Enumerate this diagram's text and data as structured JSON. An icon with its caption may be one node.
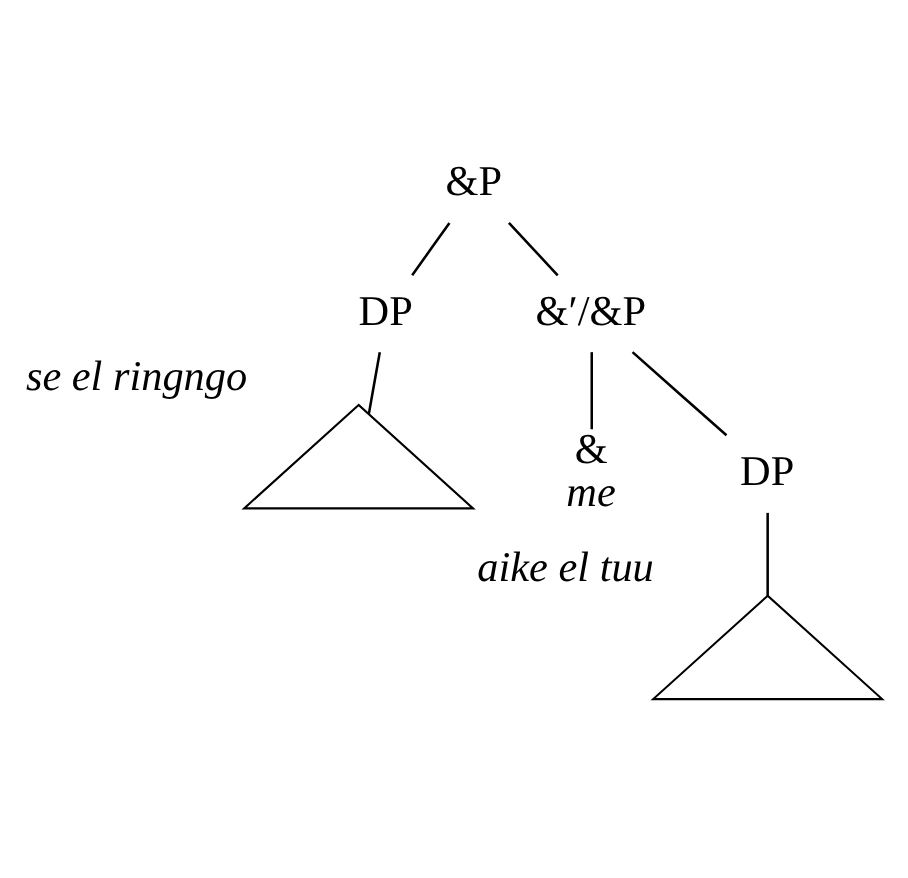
{
  "diagram": {
    "nodes": [
      {
        "text": [
          "&P"
        ]
      },
      {
        "text": [
          "DP"
        ]
      },
      {
        "text": [
          "&′/&P"
        ]
      },
      {
        "text": [],
        "shape": "triangle",
        "beside": [
          "se el ringngo"
        ]
      },
      {
        "text": [
          "&",
          "me"
        ]
      },
      {
        "text": [
          "DP"
        ]
      },
      {
        "text": [],
        "shape": "triangle",
        "beside": [
          "aike el tuu"
        ]
      }
    ],
    "edges": [
      {
        "from": 0,
        "to": 1,
        "arrow": "none"
      },
      {
        "from": 0,
        "to": 2,
        "arrow": "none"
      },
      {
        "from": 1,
        "to": 3,
        "arrow": "none"
      },
      {
        "from": 2,
        "to": 4,
        "arrow": "none"
      },
      {
        "from": 2,
        "to": 5,
        "arrow": "none"
      },
      {
        "from": 5,
        "to": 6,
        "arrow": "none"
      }
    ]
  }
}
